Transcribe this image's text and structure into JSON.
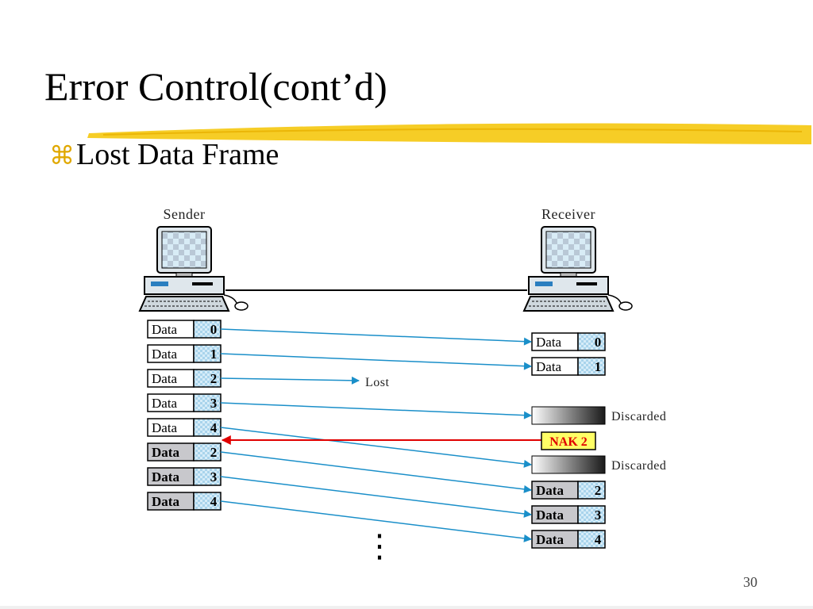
{
  "slide": {
    "title": "Error Control(cont’d)",
    "bullet_glyph": "⌘",
    "bullet_text": "Lost Data Frame",
    "page_number": "30"
  },
  "diagram": {
    "sender_label": "Sender",
    "receiver_label": "Receiver",
    "sender_frames": [
      {
        "label": "Data",
        "seq": "0",
        "retransmitted": false
      },
      {
        "label": "Data",
        "seq": "1",
        "retransmitted": false
      },
      {
        "label": "Data",
        "seq": "2",
        "retransmitted": false
      },
      {
        "label": "Data",
        "seq": "3",
        "retransmitted": false
      },
      {
        "label": "Data",
        "seq": "4",
        "retransmitted": false
      },
      {
        "label": "Data",
        "seq": "2",
        "retransmitted": true
      },
      {
        "label": "Data",
        "seq": "3",
        "retransmitted": true
      },
      {
        "label": "Data",
        "seq": "4",
        "retransmitted": true
      }
    ],
    "receiver_frames": [
      {
        "type": "data",
        "label": "Data",
        "seq": "0",
        "retransmitted": false
      },
      {
        "type": "data",
        "label": "Data",
        "seq": "1",
        "retransmitted": false
      },
      {
        "type": "discarded",
        "note": "Discarded"
      },
      {
        "type": "discarded",
        "note": "Discarded"
      },
      {
        "type": "data",
        "label": "Data",
        "seq": "2",
        "retransmitted": true
      },
      {
        "type": "data",
        "label": "Data",
        "seq": "3",
        "retransmitted": true
      },
      {
        "type": "data",
        "label": "Data",
        "seq": "4",
        "retransmitted": true
      }
    ],
    "lost_label": "Lost",
    "nak_label": "NAK 2",
    "continuation": "⋮",
    "colors": {
      "frame_arrow": "#1a8fc9",
      "nak_arrow": "#e00000",
      "nak_fill": "#ffff66",
      "nak_text": "#e00000",
      "retransmit_fill": "#c8c8cc",
      "seq_fill": "#a9d4ec",
      "highlight": "#f5c400"
    }
  }
}
